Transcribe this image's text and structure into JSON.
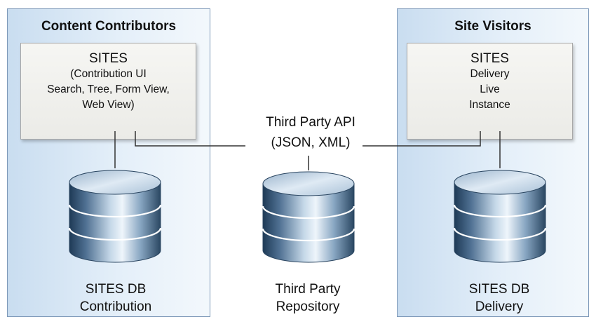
{
  "panels": {
    "contributors": {
      "title": "Content Contributors",
      "sites_box": {
        "title": "SITES",
        "lines": [
          "(Contribution UI",
          "Search, Tree, Form View,",
          "Web View)"
        ]
      },
      "database": {
        "label_lines": [
          "SITES DB",
          "Contribution"
        ]
      }
    },
    "visitors": {
      "title": "Site Visitors",
      "sites_box": {
        "title": "SITES",
        "lines": [
          "Delivery",
          "Live",
          "Instance"
        ]
      },
      "database": {
        "label_lines": [
          "SITES DB",
          "Delivery"
        ]
      }
    }
  },
  "api": {
    "label_lines": [
      "Third Party API",
      "(JSON, XML)"
    ]
  },
  "third_party_repository": {
    "label_lines": [
      "Third Party",
      "Repository"
    ]
  },
  "icons": {
    "database": "database-cylinder-icon"
  },
  "colors": {
    "panel_border": "#7d98b8",
    "panel_fill_dark": "#c9ddf0",
    "panel_fill_light": "#f3f8fc",
    "box_fill": "#efefeb",
    "box_border": "#a8a8a8",
    "connector": "#333333",
    "db_dark": "#1e3a56",
    "db_light": "#e8f2fa"
  }
}
